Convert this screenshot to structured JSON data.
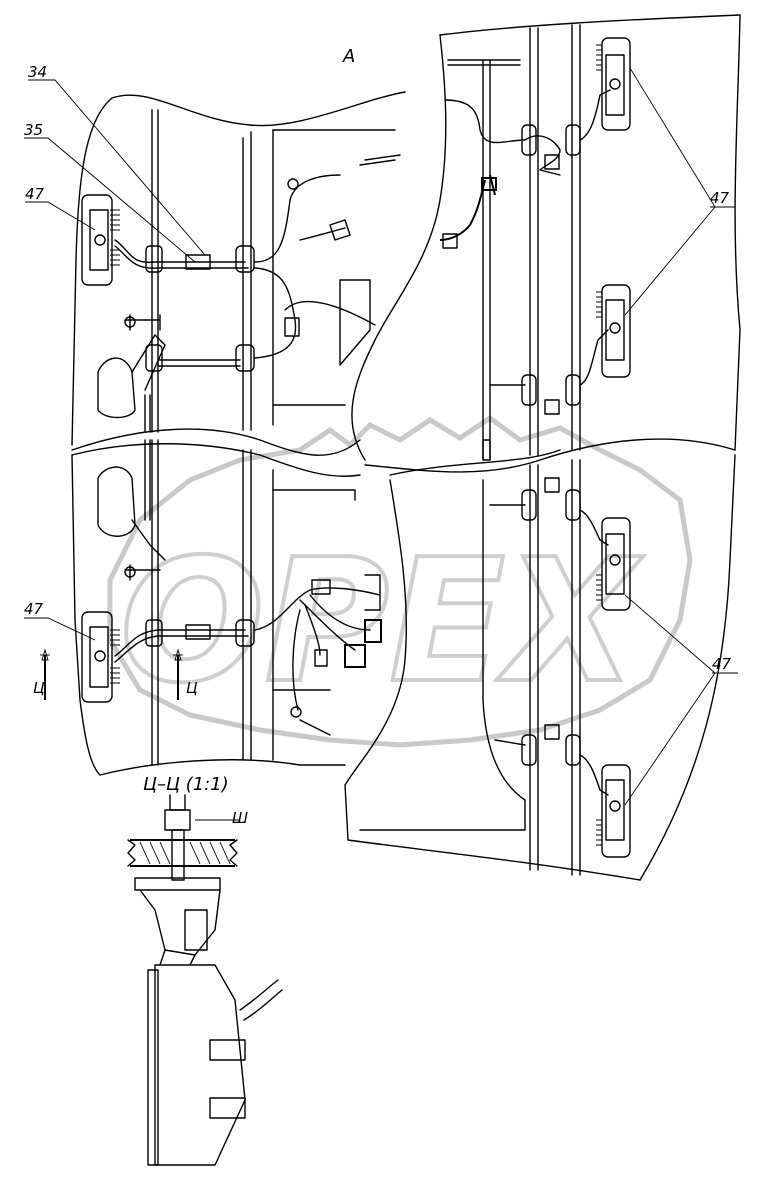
{
  "view_label": "А",
  "section_label": "Ц–Ц (1:1)",
  "cut_marker": "Ц",
  "detail_label": "Ш",
  "callouts": {
    "c34": "34",
    "c35": "35",
    "c47_left_top": "47",
    "c47_left_bottom": "47",
    "c47_right_top": "47",
    "c47_right_bottom": "47"
  },
  "watermark": "ОРЕХ"
}
